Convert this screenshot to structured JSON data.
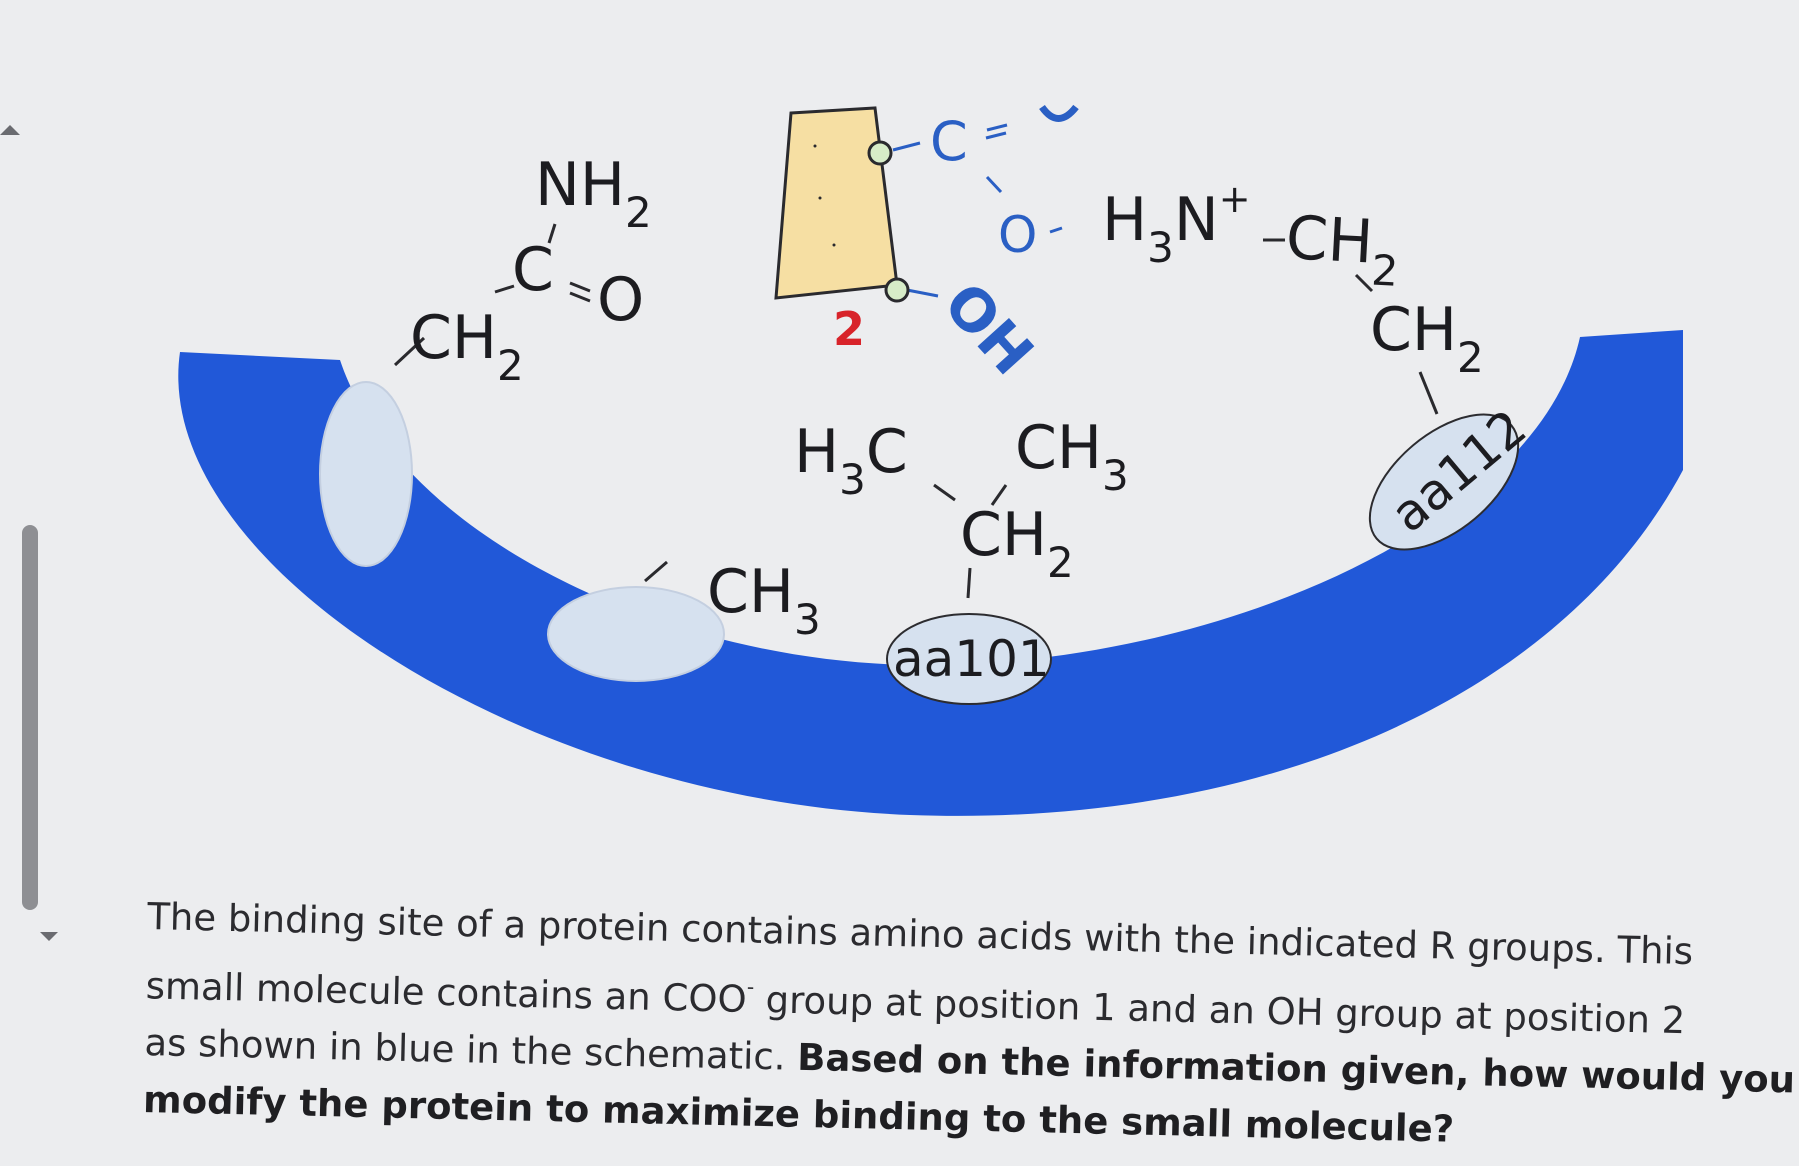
{
  "diagram": {
    "asparagine": {
      "nh2": "NH",
      "nh2_sub": "2",
      "c": "C",
      "o": "O",
      "ch2": "CH",
      "ch2_sub": "2"
    },
    "molecule": {
      "coo_c": "C",
      "coo_o": "O",
      "oh": "OH",
      "position_2": "2",
      "ring_color": "#f6dfa3",
      "group_color": "#2a5fc4",
      "position_color": "#d8232a"
    },
    "lysine": {
      "h3n": "H",
      "h3n_sub": "3",
      "n_plus": "N",
      "plus": "+",
      "ch2a": "CH",
      "ch2a_sub": "2",
      "ch2b": "CH",
      "ch2b_sub": "2"
    },
    "isobutyl": {
      "h3c": "H",
      "h3c_sub": "3",
      "h3c_c": "C",
      "ch3": "CH",
      "ch3_sub": "3",
      "ch2": "CH",
      "ch2_sub": "2"
    },
    "alanine": {
      "ch3": "CH",
      "ch3_sub": "3"
    },
    "residues": {
      "aa101": "aa101",
      "aa112": "aa112"
    },
    "protein_color": "#2158d8",
    "residue_color": "#d6e1ef"
  },
  "prompt": {
    "line1": "The binding site of a protein contains amino acids with the indicated R groups. This",
    "line2a": "small molecule contains an COO",
    "line2_sup": "-",
    "line2b": " group at position 1 and an OH group at position 2",
    "line3a": "as shown in blue in the schematic. ",
    "line3b": "Based on the information given, how would you",
    "line4": "modify the protein to maximize binding to the small molecule?"
  }
}
